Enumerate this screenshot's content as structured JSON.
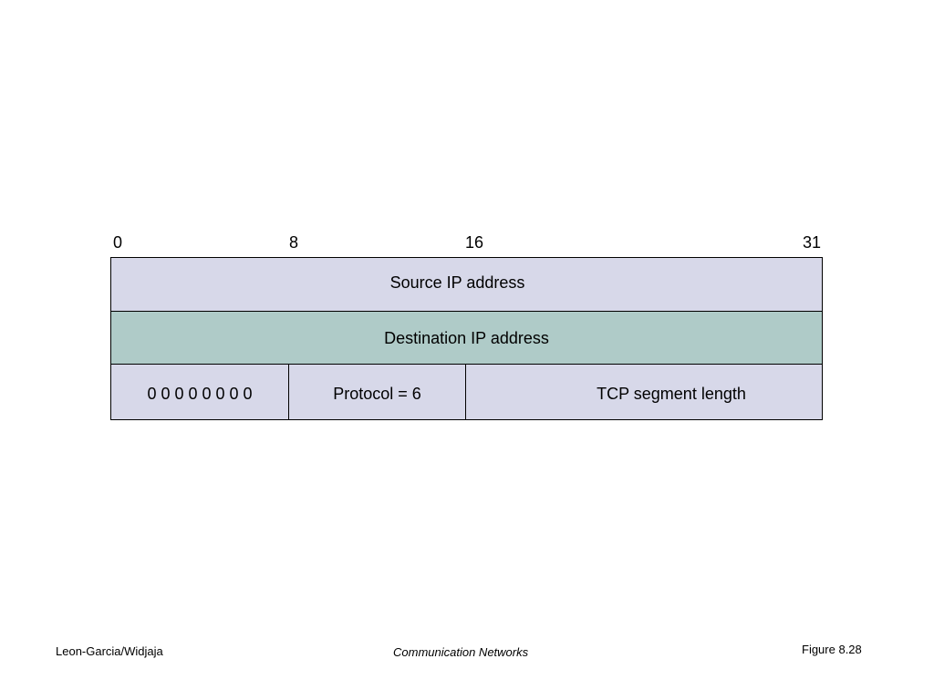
{
  "colors": {
    "lavender": "#d7d8e9",
    "teal": "#afcbc8",
    "border": "#000000"
  },
  "bit_positions": [
    "0",
    "8",
    "16",
    "31"
  ],
  "rows": {
    "source": "Source IP address",
    "destination": "Destination IP address",
    "zeros": "0 0 0 0 0 0 0 0",
    "protocol": "Protocol = 6",
    "tcp_length": "TCP segment length"
  },
  "footer": {
    "left": "Leon-Garcia/Widjaja",
    "center": "Communication Networks",
    "right": "Figure 8.28"
  }
}
